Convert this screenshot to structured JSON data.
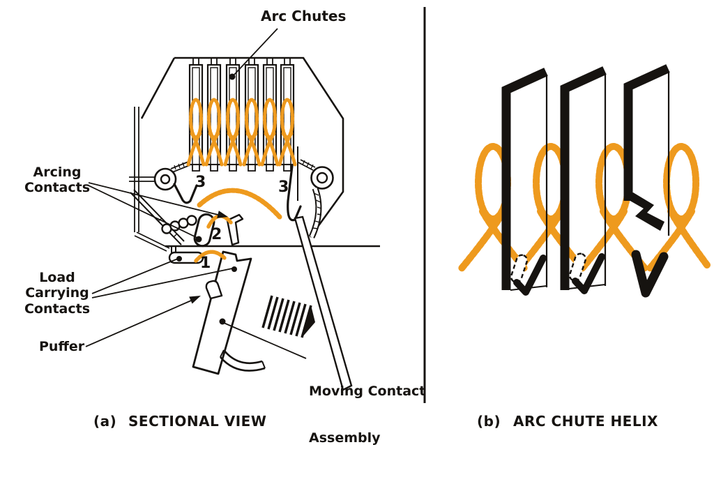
{
  "figure": {
    "panel_a": {
      "caption_index": "(a)",
      "caption": "SECTIONAL VIEW",
      "labels": {
        "arc_chutes": "Arc Chutes",
        "arcing_contacts": [
          "Arcing",
          "Contacts"
        ],
        "load_carrying_contacts": [
          "Load",
          "Carrying",
          "Contacts"
        ],
        "puffer": "Puffer",
        "moving_contact_assembly": [
          "Moving Contact",
          "Assembly"
        ]
      },
      "markers": {
        "load_gap": "1",
        "arcing_gap": "2",
        "runner_left": "3",
        "runner_right": "3"
      }
    },
    "panel_b": {
      "caption_index": "(b)",
      "caption": "ARC CHUTE HELIX"
    }
  },
  "colors": {
    "ink": "#161310",
    "arc_orange": "#EE9A1E",
    "paper": "#FFFFFF"
  }
}
